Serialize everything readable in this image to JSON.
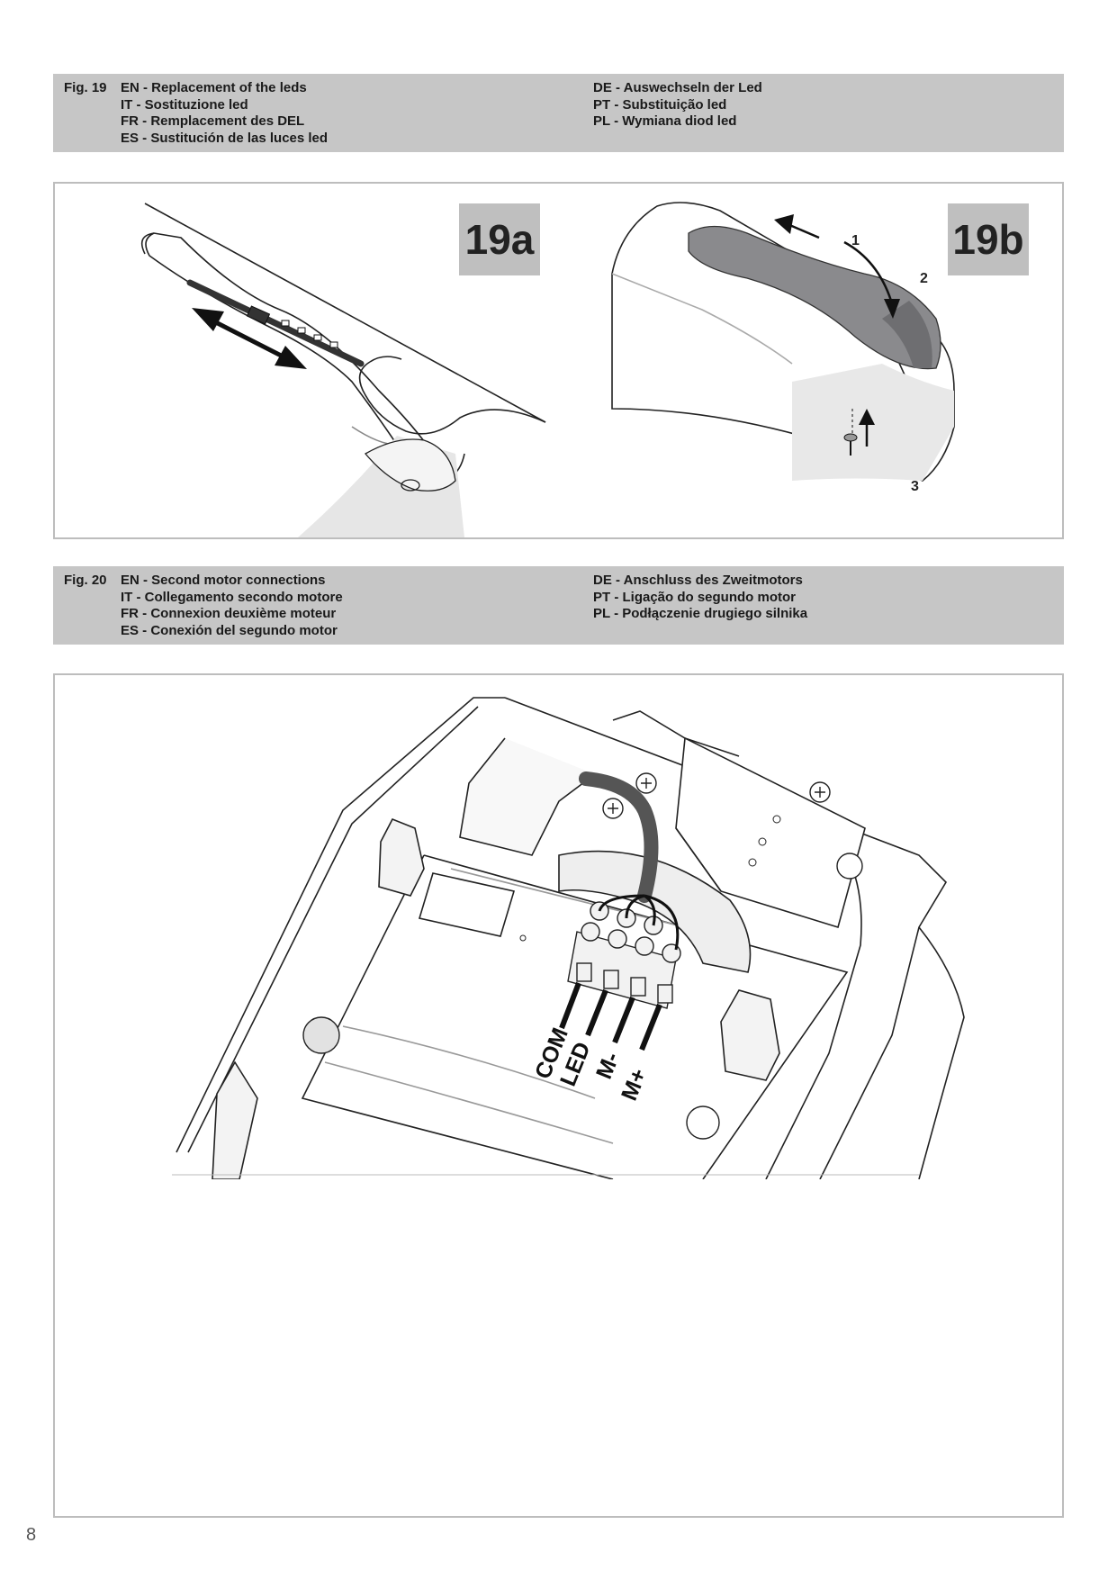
{
  "fig19": {
    "number": "Fig. 19",
    "left_lines": [
      "EN - Replacement of the leds",
      "IT - Sostituzione led",
      "FR - Remplacement des DEL",
      "ES - Sustitución de las luces led"
    ],
    "right_lines": [
      "DE - Auswechseln der Led",
      "PT - Substituição led",
      "PL - Wymiana diod led"
    ],
    "label_a": "19a",
    "label_b": "19b",
    "steps": [
      "1",
      "2",
      "3"
    ]
  },
  "fig20": {
    "number": "Fig. 20",
    "left_lines": [
      "EN - Second motor connections",
      "IT - Collegamento secondo motore",
      "FR - Connexion deuxième moteur",
      "ES - Conexión del segundo motor"
    ],
    "right_lines": [
      "DE - Anschluss des Zweitmotors",
      "PT - Ligação do segundo motor",
      "PL - Podłączenie drugiego silnika"
    ],
    "terminals": [
      "COM",
      "LED",
      "M-",
      "M+"
    ]
  },
  "page_number": "8"
}
